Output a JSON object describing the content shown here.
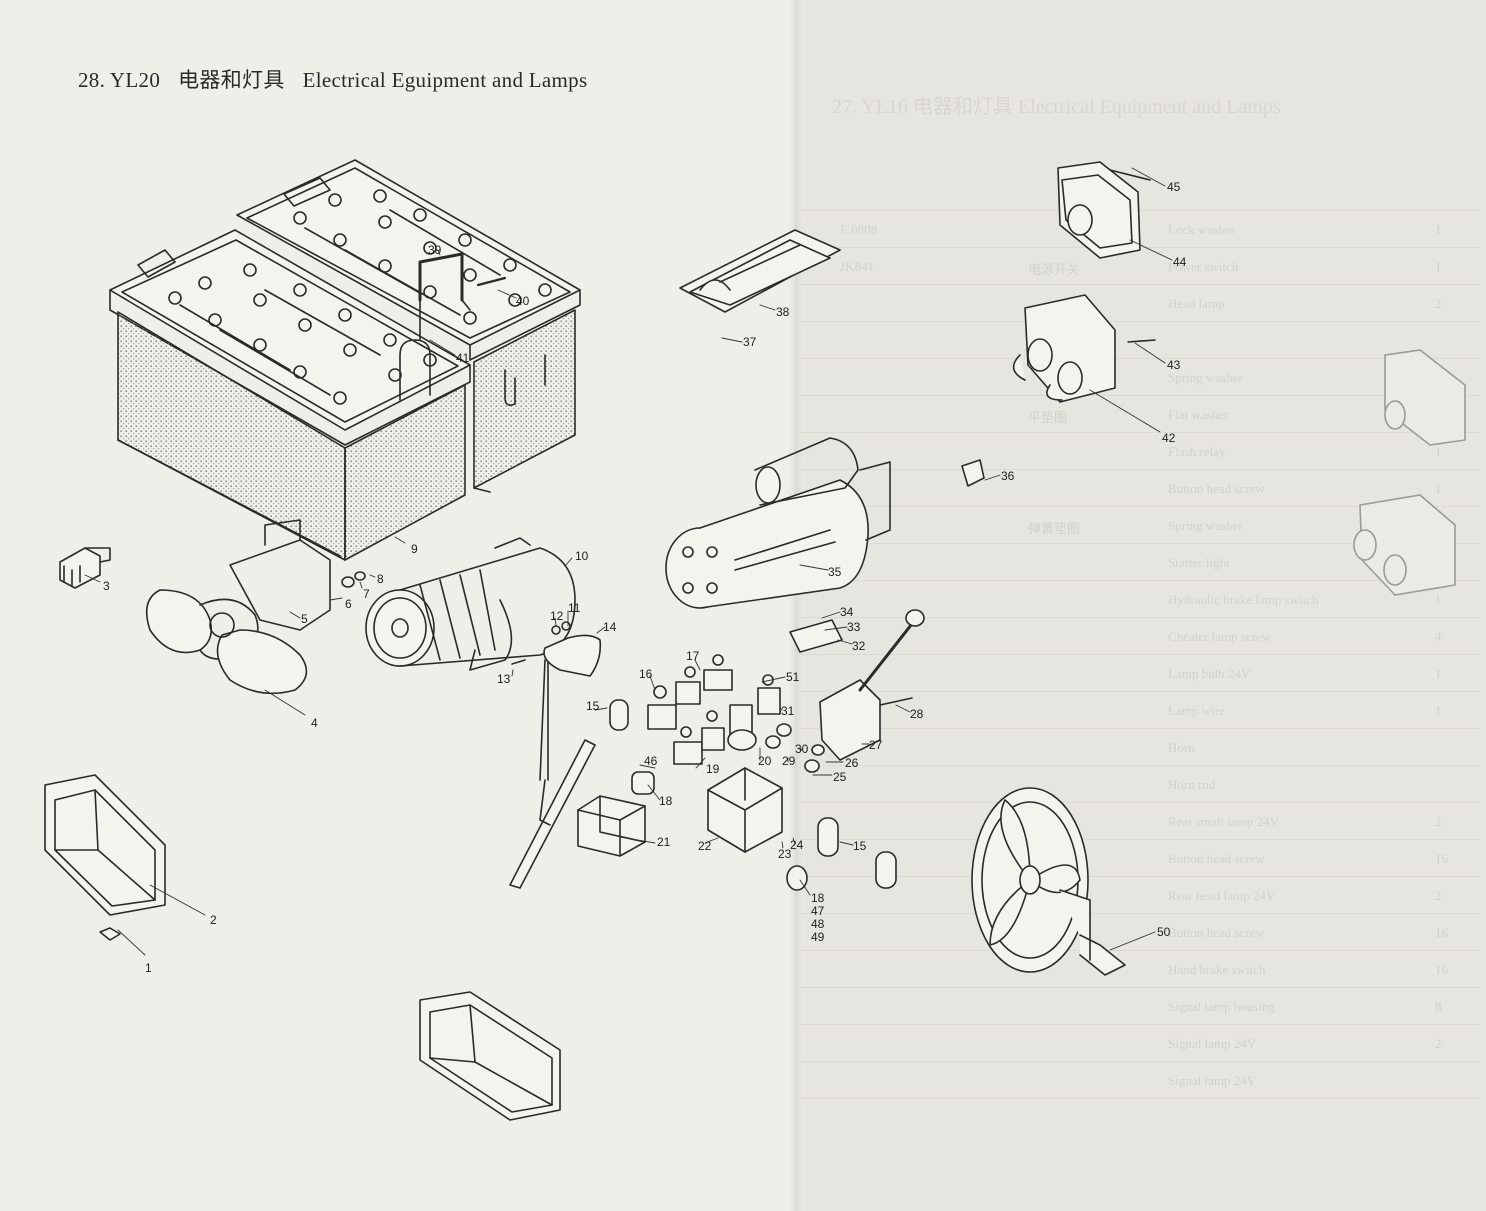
{
  "title": {
    "number": "28. YL20",
    "chinese": "电器和灯具",
    "english": "Electrical Eguipment and Lamps"
  },
  "show_through": {
    "title": "27. YL16 电器和灯具 Electrical Equipment and Lamps",
    "rows": [
      {
        "no": "",
        "part": "E.0808",
        "cn": "",
        "en": "Lock washer",
        "qty": "1"
      },
      {
        "no": "",
        "part": "JK841",
        "cn": "电源开关",
        "en": "Power switch",
        "qty": "1"
      },
      {
        "no": "",
        "part": "",
        "cn": "",
        "en": "Head lamp",
        "qty": "2"
      },
      {
        "no": "",
        "part": "",
        "cn": "",
        "en": "",
        "qty": ""
      },
      {
        "no": "",
        "part": "",
        "cn": "",
        "en": "Spring washer",
        "qty": ""
      },
      {
        "no": "",
        "part": "",
        "cn": "平垫圈",
        "en": "Flat washer",
        "qty": ""
      },
      {
        "no": "",
        "part": "",
        "cn": "",
        "en": "Flash relay",
        "qty": "1"
      },
      {
        "no": "",
        "part": "",
        "cn": "",
        "en": "Button head screw",
        "qty": "1"
      },
      {
        "no": "",
        "part": "",
        "cn": "弹簧垫圈",
        "en": "Spring washer",
        "qty": ""
      },
      {
        "no": "",
        "part": "",
        "cn": "",
        "en": "Starter light",
        "qty": ""
      },
      {
        "no": "",
        "part": "",
        "cn": "",
        "en": "Hydraulic brake lamp switch",
        "qty": "1"
      },
      {
        "no": "",
        "part": "",
        "cn": "",
        "en": "Cheater lamp screw",
        "qty": "4"
      },
      {
        "no": "",
        "part": "",
        "cn": "",
        "en": "Lamp bulb 24V",
        "qty": "1"
      },
      {
        "no": "",
        "part": "",
        "cn": "",
        "en": "Lamp wire",
        "qty": "1"
      },
      {
        "no": "",
        "part": "",
        "cn": "",
        "en": "Horn",
        "qty": ""
      },
      {
        "no": "",
        "part": "",
        "cn": "",
        "en": "Horn rod",
        "qty": ""
      },
      {
        "no": "",
        "part": "",
        "cn": "",
        "en": "Rear small lamp 24V",
        "qty": "2"
      },
      {
        "no": "",
        "part": "",
        "cn": "",
        "en": "Button head screw",
        "qty": "16"
      },
      {
        "no": "",
        "part": "",
        "cn": "",
        "en": "Rear head lamp 24V",
        "qty": "2"
      },
      {
        "no": "",
        "part": "",
        "cn": "",
        "en": "Button head screw",
        "qty": "16"
      },
      {
        "no": "",
        "part": "",
        "cn": "",
        "en": "Hand brake switch",
        "qty": "16"
      },
      {
        "no": "",
        "part": "",
        "cn": "",
        "en": "Signal lamp housing",
        "qty": "8"
      },
      {
        "no": "",
        "part": "",
        "cn": "",
        "en": "Signal lamp 24V",
        "qty": "2"
      },
      {
        "no": "",
        "part": "",
        "cn": "",
        "en": "Signal lamp 24V",
        "qty": ""
      }
    ]
  },
  "callouts": [
    "1",
    "2",
    "3",
    "4",
    "5",
    "6",
    "7",
    "8",
    "9",
    "10",
    "11",
    "12",
    "13",
    "14",
    "15",
    "15",
    "16",
    "17",
    "18",
    "18",
    "19",
    "20",
    "21",
    "22",
    "23",
    "24",
    "25",
    "26",
    "27",
    "28",
    "29",
    "30",
    "31",
    "32",
    "33",
    "34",
    "35",
    "36",
    "37",
    "38",
    "39",
    "40",
    "41",
    "42",
    "43",
    "44",
    "45",
    "46",
    "47",
    "48",
    "49",
    "50",
    "51"
  ]
}
